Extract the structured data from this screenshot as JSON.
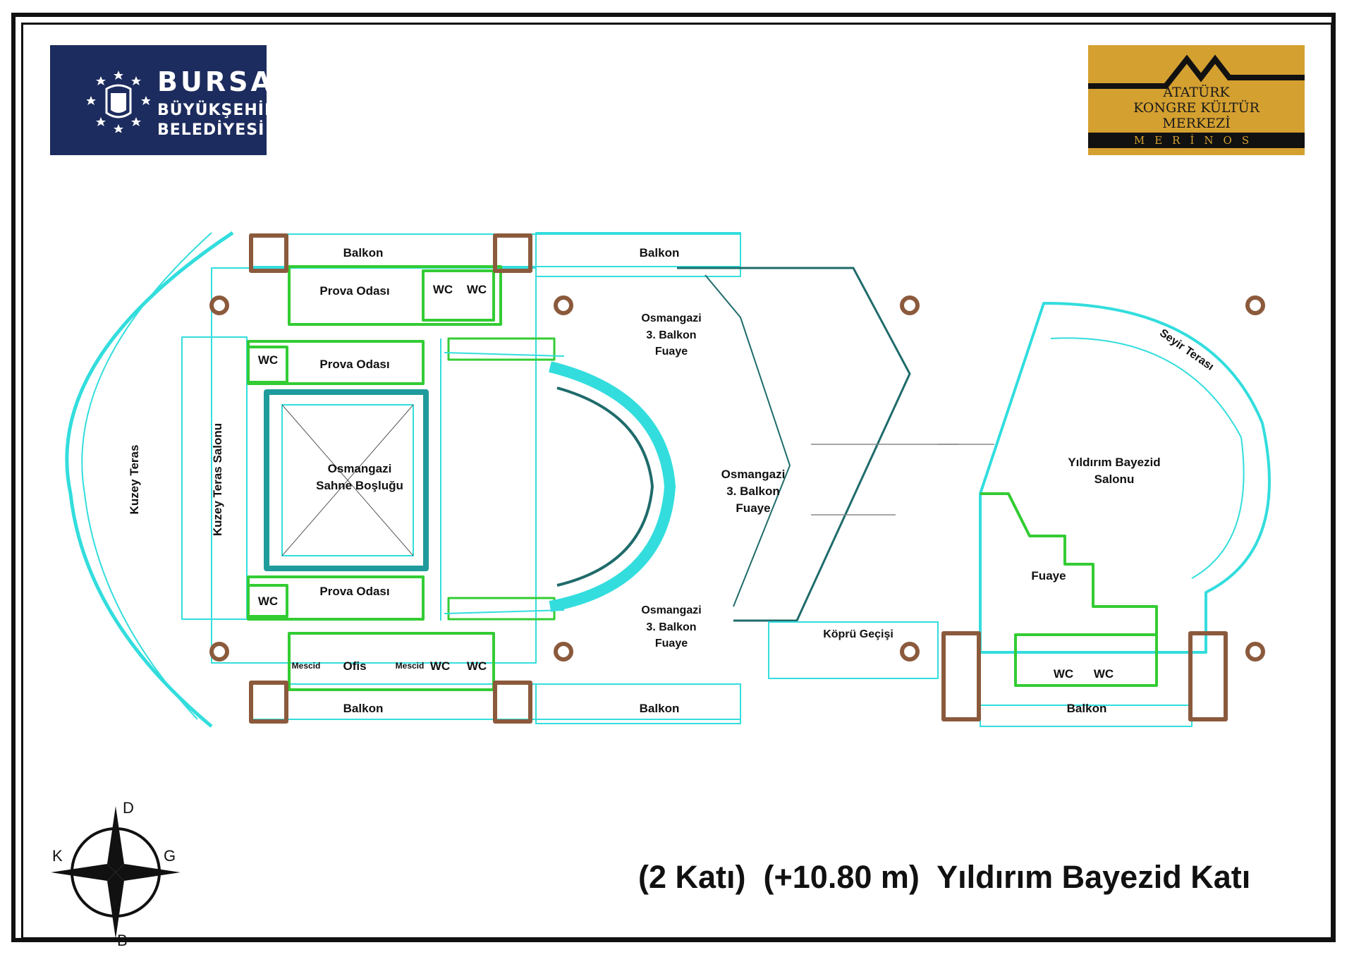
{
  "logos": {
    "bursa": {
      "line1": "BURSA",
      "line2": "BÜYÜKŞEHİR",
      "line3": "BELEDİYESİ",
      "bg": "#1d2c5e"
    },
    "akm": {
      "line1": "ATATÜRK",
      "line2": "KONGRE KÜLTÜR",
      "line3": "MERKEZİ",
      "band": "MERİNOS",
      "bg": "#d4a030"
    }
  },
  "colors": {
    "wall_green": "#33cc33",
    "wall_cyan": "#33dddd",
    "stair_brown": "#8b5a3c",
    "door_orange": "#e88a1a",
    "dark_teal": "#1f6b6b"
  },
  "rooms": {
    "balkon_top_left": "Balkon",
    "balkon_top_mid": "Balkon",
    "prova_1": "Prova Odası",
    "wc_top_1": "WC",
    "wc_top_2": "WC",
    "wc_left_1": "WC",
    "prova_2": "Prova Odası",
    "osm_foyer_top_1": "Osmangazi",
    "osm_foyer_top_2": "3. Balkon",
    "osm_foyer_top_3": "Fuaye",
    "kuzey_teras": "Kuzey Teras",
    "kuzey_teras_salonu": "Kuzey Teras Salonu",
    "sahne_1": "Osmangazi",
    "sahne_2": "Sahne Boşluğu",
    "osm_foyer_mid_1": "Osmangazi",
    "osm_foyer_mid_2": "3. Balkon",
    "osm_foyer_mid_3": "Fuaye",
    "wc_left_2": "WC",
    "prova_3": "Prova Odası",
    "osm_foyer_bot_1": "Osmangazi",
    "osm_foyer_bot_2": "3. Balkon",
    "osm_foyer_bot_3": "Fuaye",
    "mescid_1": "Mescid",
    "ofis": "Ofis",
    "mescid_2": "Mescid",
    "wc_bot_1": "WC",
    "wc_bot_2": "WC",
    "balkon_bot_left": "Balkon",
    "balkon_bot_mid": "Balkon",
    "kopru": "Köprü Geçişi",
    "seyir_terasi": "Seyir Terası",
    "yb_salon_1": "Yıldırım Bayezid",
    "yb_salon_2": "Salonu",
    "fuaye": "Fuaye",
    "wc_right_1": "WC",
    "wc_right_2": "WC",
    "balkon_right": "Balkon"
  },
  "compass": {
    "north": "D",
    "south": "B",
    "west": "K",
    "east": "G"
  },
  "title": "(2 Katı)  (+10.80 m)  Yıldırım Bayezid Katı"
}
